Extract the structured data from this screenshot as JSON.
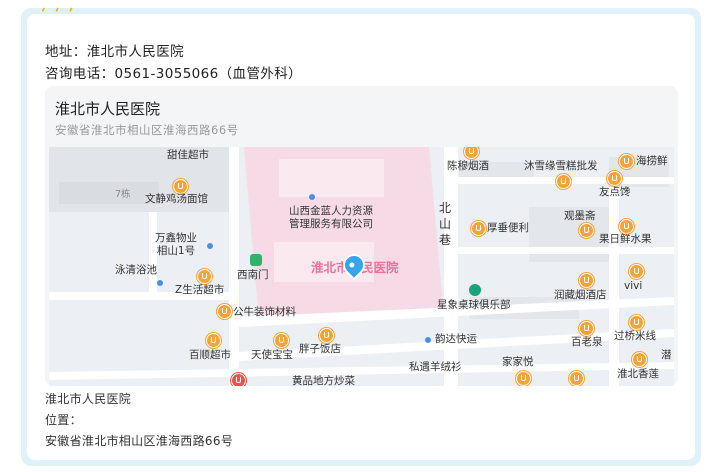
{
  "decor": {
    "quote_marks": "‘ ‘ ‘"
  },
  "contact": {
    "address_line": "地址：淮北市人民医院",
    "phone_line": "咨询电话：0561-3055066（血管外科）"
  },
  "map_card": {
    "location_name": "淮北市人民医院",
    "location_address": "安徽省淮北市相山区淮海西路66号",
    "hospital_label": "淮北市人民医院",
    "labels": {
      "tianjia": "甜佳超市",
      "chenjin": "陈穆烟酒",
      "muxue": "沐雪缘雪糕批发",
      "haomaode": "海捞鲜",
      "fadian": "友点馋",
      "building7": "7栋",
      "wenjing": "文静鸡汤面馆",
      "shanxi": "山西金蓝人力资源\n管理服务有限公司",
      "bei": "北",
      "shan": "山",
      "xiang": "巷",
      "houchui": "厚垂便利",
      "guanchang": "观墨斋",
      "guoxian": "果日鲜水果",
      "wanxin": "万鑫物业\n相山1号",
      "xinan": "西南门",
      "bingqing": "泳清浴池",
      "sheng": "Z生活超市",
      "runcang": "润藏烟酒店",
      "vivi": "vivi",
      "gongniu": "公牛装饰材料",
      "xingxiang": "星象桌球俱乐部",
      "baishun": "百顺超市",
      "tianshi": "天使宝宝",
      "pangzi": "胖子饭店",
      "yunda": "韵达快运",
      "bailao": "百老泉",
      "guoqiao": "过桥米线",
      "jiajia": "家家悦",
      "sijia": "私遇羊绒衫",
      "huaibei_xiang": "淮北香莲",
      "qian": "潜",
      "bottom": "黄品地方炒菜"
    }
  },
  "info": {
    "name": "淮北市人民医院",
    "location_label": "位置：",
    "address": "安徽省淮北市相山区淮海西路66号"
  }
}
